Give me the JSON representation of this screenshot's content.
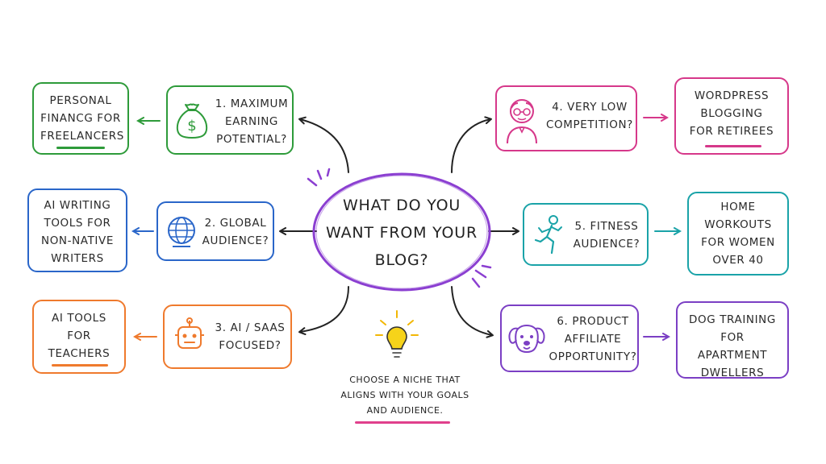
{
  "center": {
    "lines": [
      "What do you",
      "want from your",
      "blog?"
    ]
  },
  "tip": {
    "lines": [
      "Choose a niche that",
      "aligns with your goals",
      "and audience."
    ]
  },
  "questions": [
    {
      "label": "1. Maximum earning potential?",
      "lines": [
        "1. Maximum",
        "earning",
        "potential?"
      ],
      "icon": "money-bag-icon",
      "color": "#2e9b3a"
    },
    {
      "label": "2. Global audience?",
      "lines": [
        "2. Global",
        "audience?"
      ],
      "icon": "globe-icon",
      "color": "#2a66c9"
    },
    {
      "label": "3. AI / SaaS focused?",
      "lines": [
        "3. AI / SAAS",
        "focused?"
      ],
      "icon": "robot-icon",
      "color": "#ef7a2d"
    },
    {
      "label": "4. Very low competition?",
      "lines": [
        "4. Very low",
        "competition?"
      ],
      "icon": "elderly-person-icon",
      "color": "#d6388a"
    },
    {
      "label": "5. Fitness audience?",
      "lines": [
        "5. Fitness",
        "audience?"
      ],
      "icon": "runner-icon",
      "color": "#1aa3a8"
    },
    {
      "label": "6. Product affiliate opportunity?",
      "lines": [
        "6. Product",
        "affiliate",
        "opportunity?"
      ],
      "icon": "dog-icon",
      "color": "#7b3fc4"
    }
  ],
  "niches": [
    {
      "lines": [
        "Personal",
        "Financg for",
        "Freelancers"
      ],
      "color": "#2e9b3a"
    },
    {
      "lines": [
        "AI Writing",
        "Tools for",
        "Non-Native",
        "Writers"
      ],
      "color": "#2a66c9"
    },
    {
      "lines": [
        "AI Tools",
        "for",
        "Teachers"
      ],
      "color": "#ef7a2d"
    },
    {
      "lines": [
        "WordPress",
        "Blogging",
        "for Retirees"
      ],
      "color": "#d6388a"
    },
    {
      "lines": [
        "Home",
        "Workouts",
        "for Women",
        "Over 40"
      ],
      "color": "#1aa3a8"
    },
    {
      "lines": [
        "Dog Training",
        "for Apartment",
        "Dwellers"
      ],
      "color": "#7b3fc4"
    }
  ],
  "colors": {
    "center_ring": "#8b3fd1",
    "arrow": "#222222",
    "bulb": "#f6c700",
    "tip_underline": "#e0408c"
  }
}
